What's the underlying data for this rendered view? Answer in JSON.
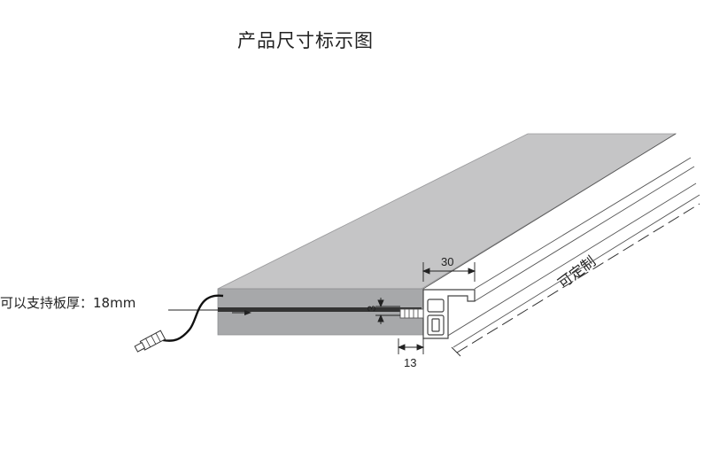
{
  "title": "产品尺寸标示图",
  "support_label": "可以支持板厚：18mm",
  "custom_label": "可定制",
  "dimensions": {
    "width_30": "30",
    "height_3": "3",
    "depth_13": "13"
  },
  "colors": {
    "board_top": "#c5c5c6",
    "board_front": "#a7a8aa",
    "groove": "#333333",
    "profile_stroke": "#444444",
    "line": "#222222"
  }
}
